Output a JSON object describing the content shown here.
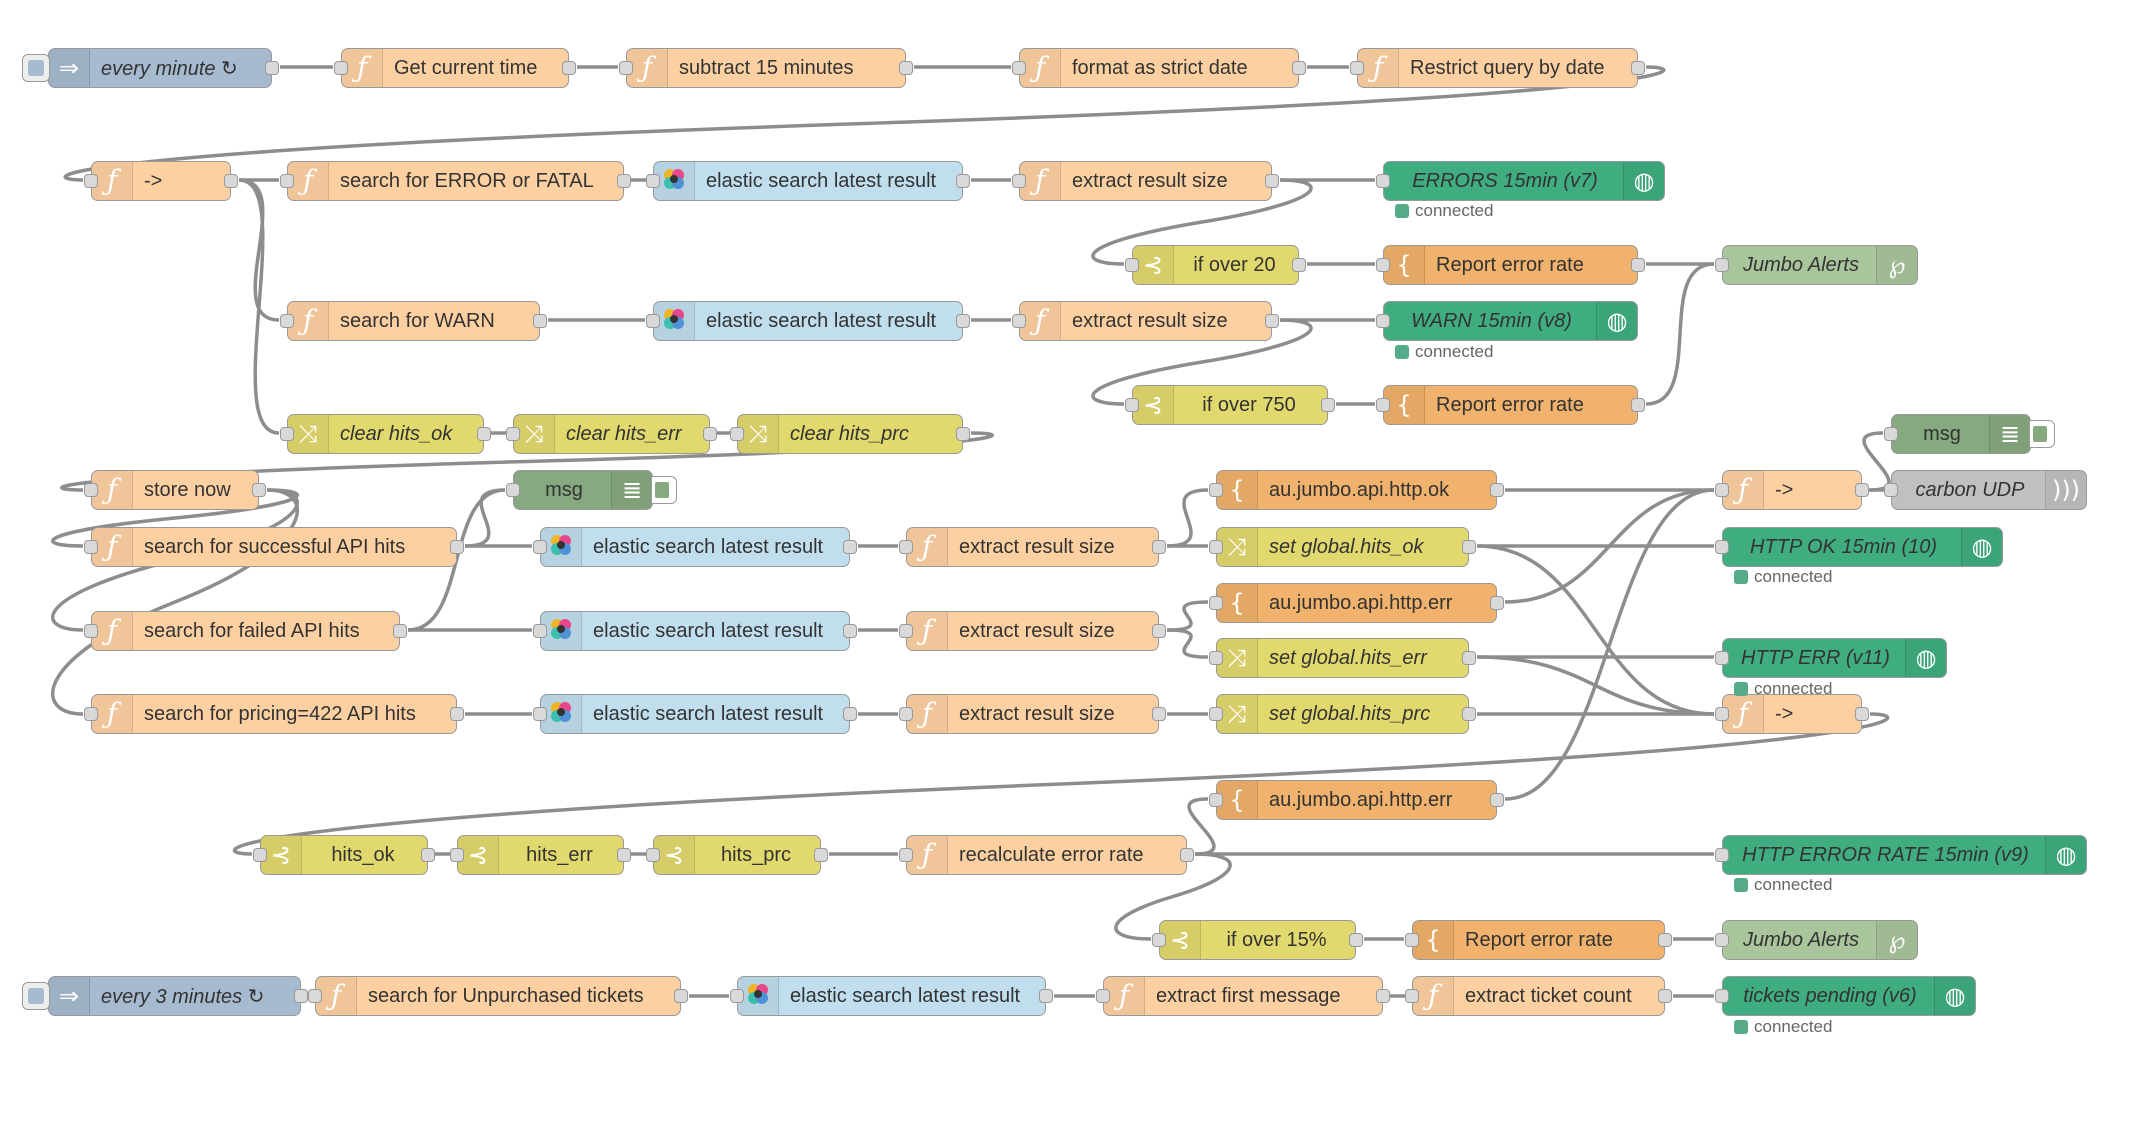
{
  "colors": {
    "inject": "#a6bbcf",
    "function": "#fdd0a2",
    "template": "#f0b26c",
    "elastic": "#c0deed",
    "switch": "#e2d96e",
    "change": "#e2d96e",
    "debug": "#87a980",
    "dashboard": "#3fad7f",
    "pushover": "#a9c59c",
    "udp": "#c0c0c0",
    "wire": "#8d8d8d"
  },
  "nodes": [
    {
      "id": "n1",
      "label": "every minute ↻",
      "type": "inject",
      "icon": "arrow-right-icon"
    },
    {
      "id": "n2",
      "label": "Get current time",
      "type": "function",
      "icon": "function-icon"
    },
    {
      "id": "n3",
      "label": "subtract 15 minutes",
      "type": "function",
      "icon": "function-icon"
    },
    {
      "id": "n4",
      "label": "format as strict date",
      "type": "function",
      "icon": "function-icon"
    },
    {
      "id": "n5",
      "label": "Restrict query by date",
      "type": "function",
      "icon": "function-icon"
    },
    {
      "id": "n6",
      "label": "->",
      "type": "function",
      "icon": "function-icon"
    },
    {
      "id": "n7",
      "label": "search for ERROR or FATAL",
      "type": "function",
      "icon": "function-icon"
    },
    {
      "id": "n8",
      "label": "elastic search latest result",
      "type": "elastic",
      "icon": "elastic-logo-icon"
    },
    {
      "id": "n9",
      "label": "extract result size",
      "type": "function",
      "icon": "function-icon"
    },
    {
      "id": "n10",
      "label": "ERRORS 15min (v7)",
      "type": "dashboard",
      "icon": "globe-icon"
    },
    {
      "id": "n11",
      "label": "if over 20",
      "type": "switch",
      "icon": "switch-icon"
    },
    {
      "id": "n12",
      "label": "Report error rate",
      "type": "template",
      "icon": "template-icon"
    },
    {
      "id": "n13",
      "label": "Jumbo Alerts",
      "type": "pushover",
      "icon": "pushover-icon"
    },
    {
      "id": "n14",
      "label": "search for WARN",
      "type": "function",
      "icon": "function-icon"
    },
    {
      "id": "n15",
      "label": "elastic search latest result",
      "type": "elastic",
      "icon": "elastic-logo-icon"
    },
    {
      "id": "n16",
      "label": "extract result size",
      "type": "function",
      "icon": "function-icon"
    },
    {
      "id": "n17",
      "label": "WARN 15min (v8)",
      "type": "dashboard",
      "icon": "globe-icon"
    },
    {
      "id": "n18",
      "label": "if over 750",
      "type": "switch",
      "icon": "switch-icon"
    },
    {
      "id": "n19",
      "label": "Report error rate",
      "type": "template",
      "icon": "template-icon"
    },
    {
      "id": "n20",
      "label": "clear hits_ok",
      "type": "change",
      "icon": "shuffle-icon"
    },
    {
      "id": "n21",
      "label": "clear hits_err",
      "type": "change",
      "icon": "shuffle-icon"
    },
    {
      "id": "n22",
      "label": "clear hits_prc",
      "type": "change",
      "icon": "shuffle-icon"
    },
    {
      "id": "n23",
      "label": "msg",
      "type": "debug",
      "icon": "list-icon"
    },
    {
      "id": "n24",
      "label": "store now",
      "type": "function",
      "icon": "function-icon"
    },
    {
      "id": "n25",
      "label": "au.jumbo.api.http.ok",
      "type": "template",
      "icon": "template-icon"
    },
    {
      "id": "n26",
      "label": "->",
      "type": "function",
      "icon": "function-icon"
    },
    {
      "id": "n27",
      "label": "carbon UDP",
      "type": "udp",
      "icon": "wifi-icon"
    },
    {
      "id": "n28",
      "label": "msg",
      "type": "debug",
      "icon": "list-icon"
    },
    {
      "id": "n29",
      "label": "search for successful API hits",
      "type": "function",
      "icon": "function-icon"
    },
    {
      "id": "n30",
      "label": "elastic search latest result",
      "type": "elastic",
      "icon": "elastic-logo-icon"
    },
    {
      "id": "n31",
      "label": "extract result size",
      "type": "function",
      "icon": "function-icon"
    },
    {
      "id": "n32",
      "label": "set global.hits_ok",
      "type": "change",
      "icon": "shuffle-icon"
    },
    {
      "id": "n33",
      "label": "HTTP OK 15min (10)",
      "type": "dashboard",
      "icon": "globe-icon"
    },
    {
      "id": "n34",
      "label": "au.jumbo.api.http.err",
      "type": "template",
      "icon": "template-icon"
    },
    {
      "id": "n35",
      "label": "search for failed API hits",
      "type": "function",
      "icon": "function-icon"
    },
    {
      "id": "n36",
      "label": "elastic search latest result",
      "type": "elastic",
      "icon": "elastic-logo-icon"
    },
    {
      "id": "n37",
      "label": "extract result size",
      "type": "function",
      "icon": "function-icon"
    },
    {
      "id": "n38",
      "label": "set global.hits_err",
      "type": "change",
      "icon": "shuffle-icon"
    },
    {
      "id": "n39",
      "label": "HTTP ERR (v11)",
      "type": "dashboard",
      "icon": "globe-icon"
    },
    {
      "id": "n40",
      "label": "search for pricing=422 API hits",
      "type": "function",
      "icon": "function-icon"
    },
    {
      "id": "n41",
      "label": "elastic search latest result",
      "type": "elastic",
      "icon": "elastic-logo-icon"
    },
    {
      "id": "n42",
      "label": "extract result size",
      "type": "function",
      "icon": "function-icon"
    },
    {
      "id": "n43",
      "label": "set global.hits_prc",
      "type": "change",
      "icon": "shuffle-icon"
    },
    {
      "id": "n44",
      "label": "->",
      "type": "function",
      "icon": "function-icon"
    },
    {
      "id": "n45",
      "label": "au.jumbo.api.http.err",
      "type": "template",
      "icon": "template-icon"
    },
    {
      "id": "n46",
      "label": "hits_ok",
      "type": "switch",
      "icon": "switch-icon"
    },
    {
      "id": "n47",
      "label": "hits_err",
      "type": "switch",
      "icon": "switch-icon"
    },
    {
      "id": "n48",
      "label": "hits_prc",
      "type": "switch",
      "icon": "switch-icon"
    },
    {
      "id": "n49",
      "label": "recalculate error rate",
      "type": "function",
      "icon": "function-icon"
    },
    {
      "id": "n50",
      "label": "HTTP ERROR RATE 15min (v9)",
      "type": "dashboard",
      "icon": "globe-icon"
    },
    {
      "id": "n51",
      "label": "if over 15%",
      "type": "switch",
      "icon": "switch-icon"
    },
    {
      "id": "n52",
      "label": "Report error rate",
      "type": "template",
      "icon": "template-icon"
    },
    {
      "id": "n53",
      "label": "Jumbo Alerts",
      "type": "pushover",
      "icon": "pushover-icon"
    },
    {
      "id": "n54",
      "label": "every 3 minutes ↻",
      "type": "inject",
      "icon": "arrow-right-icon"
    },
    {
      "id": "n55",
      "label": "search for Unpurchased tickets",
      "type": "function",
      "icon": "function-icon"
    },
    {
      "id": "n56",
      "label": "elastic search latest result",
      "type": "elastic",
      "icon": "elastic-logo-icon"
    },
    {
      "id": "n57",
      "label": "extract first message",
      "type": "function",
      "icon": "function-icon"
    },
    {
      "id": "n58",
      "label": "extract ticket count",
      "type": "function",
      "icon": "function-icon"
    },
    {
      "id": "n59",
      "label": "tickets pending (v6)",
      "type": "dashboard",
      "icon": "globe-icon"
    }
  ],
  "statuses": [
    {
      "node": "n10",
      "text": "connected"
    },
    {
      "node": "n17",
      "text": "connected"
    },
    {
      "node": "n33",
      "text": "connected"
    },
    {
      "node": "n39",
      "text": "connected"
    },
    {
      "node": "n50",
      "text": "connected"
    },
    {
      "node": "n59",
      "text": "connected"
    }
  ],
  "wires": [
    [
      "n1",
      "n2"
    ],
    [
      "n2",
      "n3"
    ],
    [
      "n3",
      "n4"
    ],
    [
      "n4",
      "n5"
    ],
    [
      "n5",
      "n6"
    ],
    [
      "n6",
      "n7"
    ],
    [
      "n6",
      "n14"
    ],
    [
      "n6",
      "n20"
    ],
    [
      "n7",
      "n8"
    ],
    [
      "n8",
      "n9"
    ],
    [
      "n9",
      "n10"
    ],
    [
      "n9",
      "n11"
    ],
    [
      "n11",
      "n12"
    ],
    [
      "n12",
      "n13"
    ],
    [
      "n14",
      "n15"
    ],
    [
      "n15",
      "n16"
    ],
    [
      "n16",
      "n17"
    ],
    [
      "n16",
      "n18"
    ],
    [
      "n18",
      "n19"
    ],
    [
      "n19",
      "n13"
    ],
    [
      "n20",
      "n21"
    ],
    [
      "n21",
      "n22"
    ],
    [
      "n22",
      "n24"
    ],
    [
      "n24",
      "n29"
    ],
    [
      "n24",
      "n35"
    ],
    [
      "n24",
      "n40"
    ],
    [
      "n29",
      "n30"
    ],
    [
      "n29",
      "n23"
    ],
    [
      "n35",
      "n23"
    ],
    [
      "n30",
      "n31"
    ],
    [
      "n31",
      "n25"
    ],
    [
      "n31",
      "n32"
    ],
    [
      "n35",
      "n36"
    ],
    [
      "n36",
      "n37"
    ],
    [
      "n37",
      "n34"
    ],
    [
      "n37",
      "n38"
    ],
    [
      "n40",
      "n41"
    ],
    [
      "n41",
      "n42"
    ],
    [
      "n42",
      "n43"
    ],
    [
      "n25",
      "n26"
    ],
    [
      "n34",
      "n26"
    ],
    [
      "n45",
      "n26"
    ],
    [
      "n26",
      "n27"
    ],
    [
      "n26",
      "n28"
    ],
    [
      "n32",
      "n33"
    ],
    [
      "n38",
      "n39"
    ],
    [
      "n32",
      "n44"
    ],
    [
      "n38",
      "n44"
    ],
    [
      "n43",
      "n44"
    ],
    [
      "n44",
      "n46"
    ],
    [
      "n46",
      "n47"
    ],
    [
      "n47",
      "n48"
    ],
    [
      "n48",
      "n49"
    ],
    [
      "n49",
      "n45"
    ],
    [
      "n49",
      "n50"
    ],
    [
      "n49",
      "n51"
    ],
    [
      "n51",
      "n52"
    ],
    [
      "n52",
      "n53"
    ],
    [
      "n54",
      "n55"
    ],
    [
      "n55",
      "n56"
    ],
    [
      "n56",
      "n57"
    ],
    [
      "n57",
      "n58"
    ],
    [
      "n58",
      "n59"
    ]
  ]
}
